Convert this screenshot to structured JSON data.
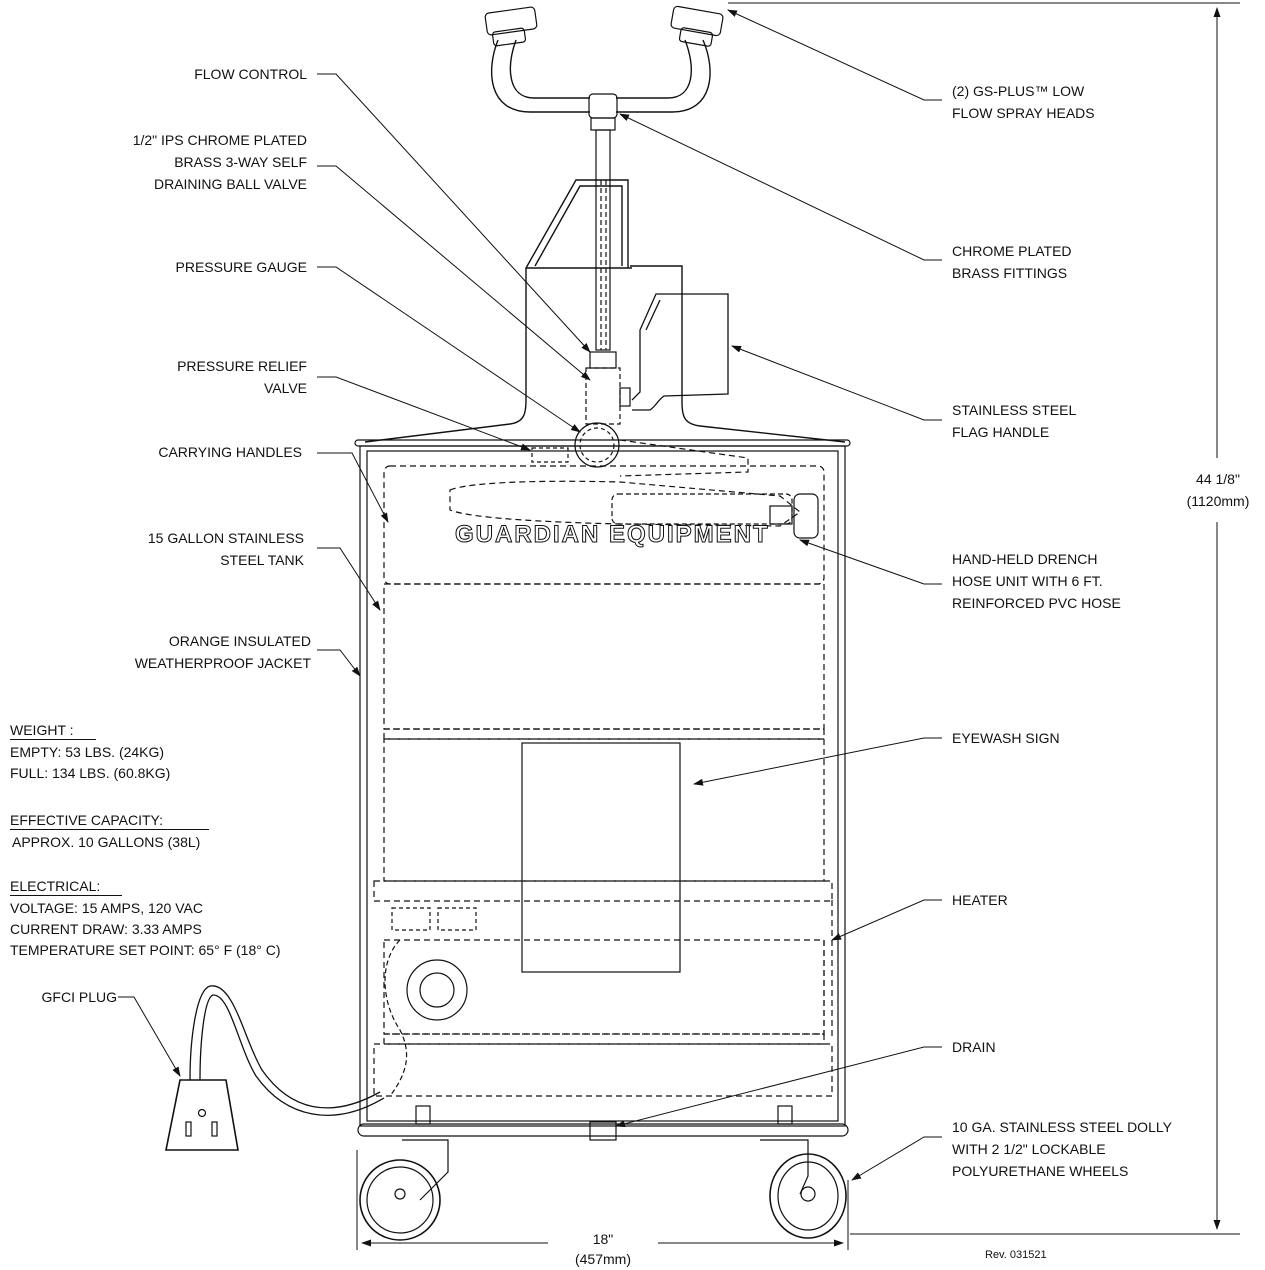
{
  "callouts_left": {
    "flow_control": [
      "FLOW CONTROL"
    ],
    "ball_valve": [
      "1/2\" IPS CHROME PLATED",
      "BRASS 3-WAY SELF",
      "DRAINING BALL VALVE"
    ],
    "pressure_gauge": [
      "PRESSURE GAUGE"
    ],
    "relief_valve": [
      "PRESSURE RELIEF",
      "VALVE"
    ],
    "carrying_handles": [
      "CARRYING HANDLES"
    ],
    "tank": [
      "15 GALLON STAINLESS",
      "STEEL TANK"
    ],
    "jacket": [
      "ORANGE INSULATED",
      "WEATHERPROOF JACKET"
    ],
    "gfci_plug": [
      "GFCI PLUG"
    ]
  },
  "callouts_right": {
    "spray_heads": [
      "(2) GS-PLUS™ LOW",
      "FLOW SPRAY HEADS"
    ],
    "fittings": [
      "CHROME PLATED",
      "BRASS FITTINGS"
    ],
    "flag_handle": [
      "STAINLESS STEEL",
      "FLAG HANDLE"
    ],
    "drench_hose": [
      "HAND-HELD DRENCH",
      "HOSE UNIT WITH 6 FT.",
      "REINFORCED PVC HOSE"
    ],
    "eyewash_sign": [
      "EYEWASH SIGN"
    ],
    "heater": [
      "HEATER"
    ],
    "drain": [
      "DRAIN"
    ],
    "dolly": [
      "10 GA. STAINLESS STEEL DOLLY",
      "WITH 2 1/2\" LOCKABLE",
      "POLYURETHANE WHEELS"
    ]
  },
  "specs": {
    "weight": {
      "heading": "WEIGHT   :",
      "lines": [
        "EMPTY: 53 LBS. (24KG)",
        "FULL: 134 LBS. (60.8KG)"
      ]
    },
    "capacity": {
      "heading": "EFFECTIVE CAPACITY:",
      "lines": [
        "APPROX. 10 GALLONS (38L)"
      ]
    },
    "electrical": {
      "heading": "ELECTRICAL:",
      "lines": [
        "VOLTAGE: 15 AMPS, 120 VAC",
        "CURRENT DRAW: 3.33 AMPS",
        "TEMPERATURE SET POINT: 65° F (18° C)"
      ]
    }
  },
  "dimensions": {
    "height": [
      "44 1/8\"",
      "(1120mm)"
    ],
    "width": [
      "18\"",
      "(457mm)"
    ]
  },
  "tank_marking": "GUARDIAN EQUIPMENT",
  "revision": "Rev. 031521"
}
